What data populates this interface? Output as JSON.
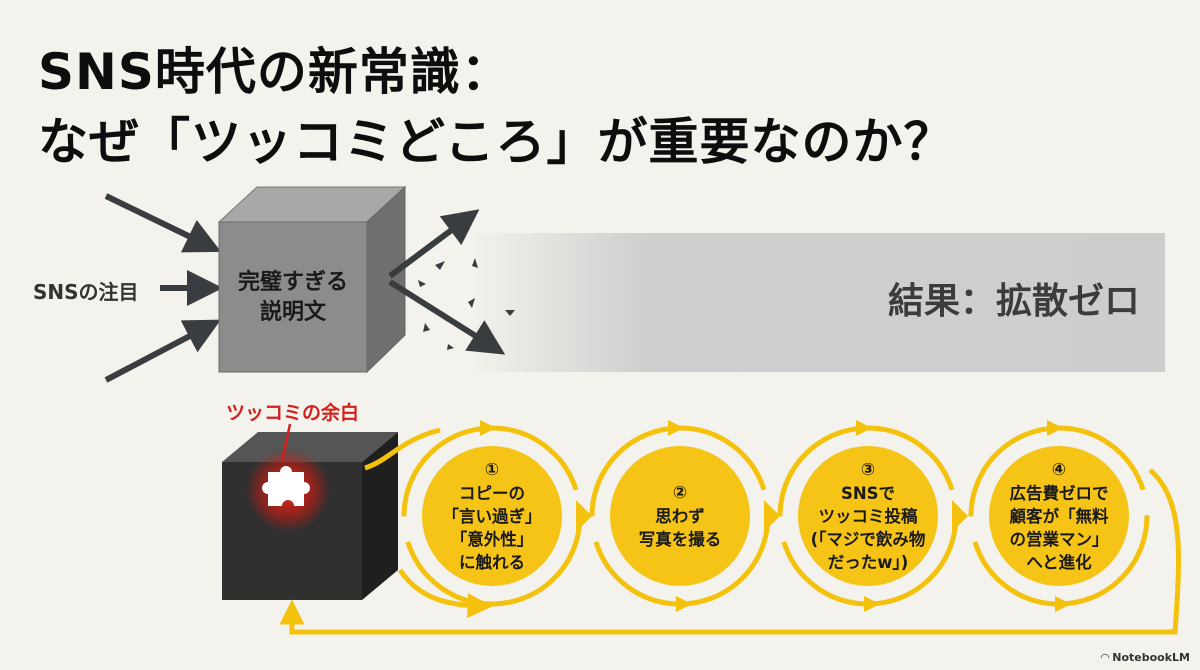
{
  "title": {
    "line1": "SNS時代の新常識：",
    "line2": "なぜ「ツッコミどころ」が重要なのか？"
  },
  "top_diagram": {
    "input_label": "SNSの注目",
    "box_label_line1": "完璧すぎる",
    "box_label_line2": "説明文",
    "result": "結果：拡散ゼロ"
  },
  "bottom_diagram": {
    "gap_label": "ツッコミの余白",
    "steps": [
      {
        "num": "①",
        "lines": [
          "コピーの",
          "「言い過ぎ」",
          "「意外性」",
          "に触れる"
        ]
      },
      {
        "num": "②",
        "lines": [
          "思わず",
          "写真を撮る"
        ]
      },
      {
        "num": "③",
        "lines": [
          "SNSで",
          "ツッコミ投稿",
          "(「マジで飲み物",
          "だったw」)"
        ]
      },
      {
        "num": "④",
        "lines": [
          "広告費ゼロで",
          "顧客が「無料",
          "の営業マン」",
          "へと進化"
        ]
      }
    ]
  },
  "watermark": "NotebookLM",
  "colors": {
    "background": "#f3f2ec",
    "yellow": "#f6c416",
    "red": "#d3201c",
    "gray_box": "#8a8a8a",
    "dark_box": "#2e2e2e"
  }
}
